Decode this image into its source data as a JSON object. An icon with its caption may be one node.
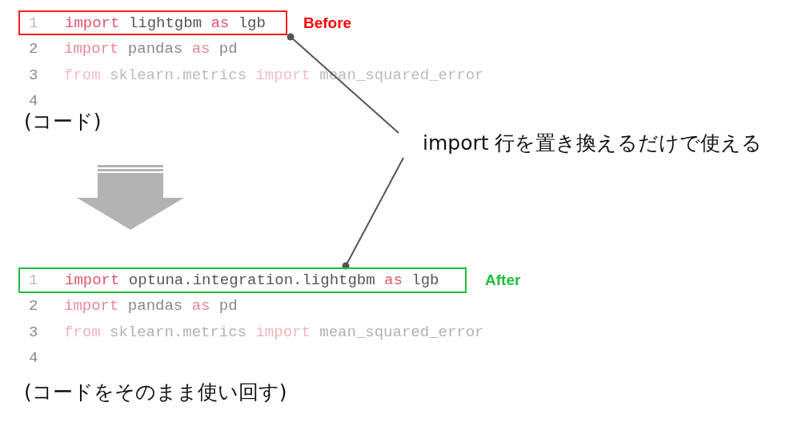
{
  "diagram": {
    "nodes": [
      {
        "text": [
          "1",
          "import lightgbm as lgb"
        ],
        "beside": [
          "Before"
        ]
      },
      {
        "text": [
          "import 行を置き換えるだけで使える"
        ]
      },
      {
        "text": [
          "1",
          "import optuna.integration.lightgbm as lgb"
        ],
        "beside": [
          "After"
        ]
      }
    ],
    "edges": [
      {
        "from": 1,
        "to": 0,
        "arrow": "other"
      },
      {
        "from": 1,
        "to": 2,
        "arrow": "other"
      }
    ],
    "labels": [
      "2",
      "import pandas as pd",
      "3",
      "from sklearn.metrics import mean_squared_error",
      "4",
      "(コード)",
      "2",
      "import pandas as pd",
      "3",
      "from sklearn.metrics import mean_squared_error",
      "4",
      "(コードをそのまま使い回す)"
    ]
  }
}
